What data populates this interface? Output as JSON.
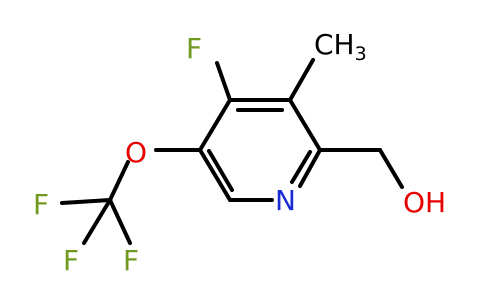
{
  "structure": {
    "atoms": {
      "F_ring": {
        "symbol": "F",
        "color": "#6f9a1f"
      },
      "methyl": {
        "symbol": "CH",
        "subscript": "3",
        "color": "#000000"
      },
      "O_ether": {
        "symbol": "O",
        "color": "#e60000"
      },
      "N_ring": {
        "symbol": "N",
        "color": "#1a2bd6"
      },
      "OH": {
        "symbol": "OH",
        "color": "#e60000"
      },
      "F_cf3_left": {
        "symbol": "F",
        "color": "#6f9a1f"
      },
      "F_cf3_bottom_left": {
        "symbol": "F",
        "color": "#6f9a1f"
      },
      "F_cf3_bottom_right": {
        "symbol": "F",
        "color": "#6f9a1f"
      }
    },
    "bond_color": "#000000"
  }
}
